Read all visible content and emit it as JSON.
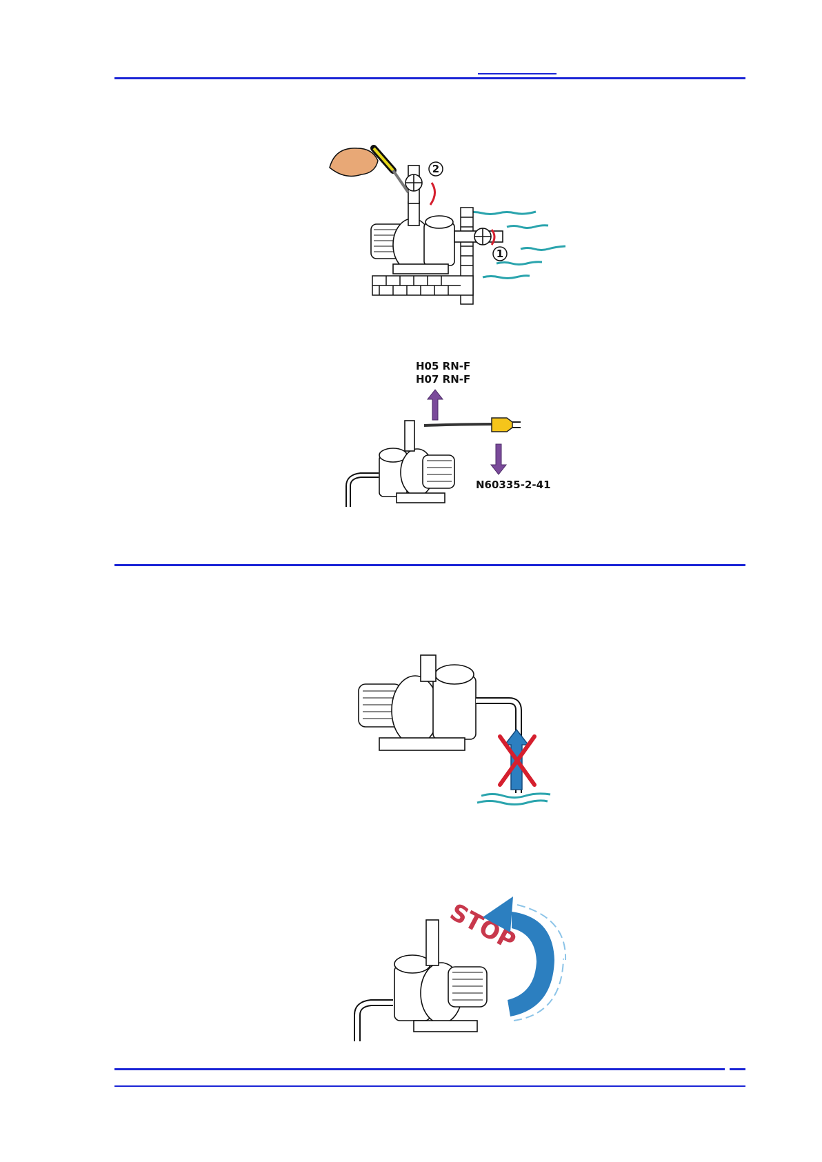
{
  "colors": {
    "rule": "#1a24d6",
    "water": "#2aa4ad",
    "arrow_purple": "#7a4a9a",
    "red": "#d51f2e",
    "stop_text": "#c8384c",
    "blue_arrow": "#2c7fc0"
  },
  "figure_valves": {
    "callout_1": "1",
    "callout_2": "2"
  },
  "figure_cable": {
    "cable_type_line1": "H05 RN-F",
    "cable_type_line2": "H07 RN-F",
    "standard": "N60335-2-41"
  },
  "figure_rotation": {
    "stop_label": "STOP"
  },
  "icons": [
    "hand-screwdriver-icon",
    "valve-icon",
    "pump-icon",
    "plug-icon",
    "water-icon",
    "red-cross-icon",
    "rotation-arrow-icon"
  ]
}
